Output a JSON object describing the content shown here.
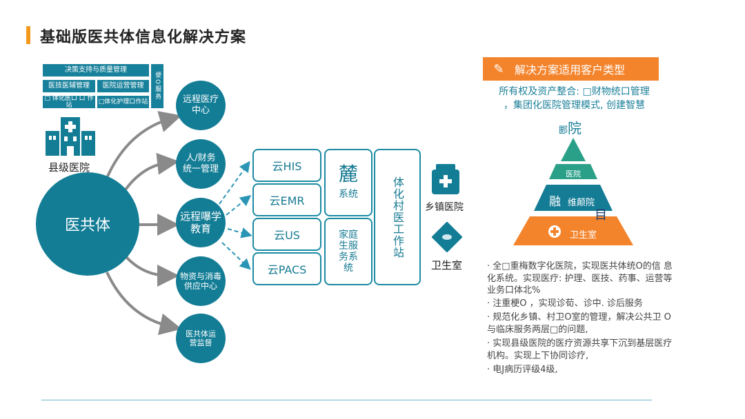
{
  "header": {
    "title": "基础版医共体信息化解决方案"
  },
  "left_stack": {
    "row1": "决策支持与质量管理",
    "row2_a": "医技医辅管理",
    "row2_b": "医院运营管理",
    "row3_a": "□ 体化医口 口 作站",
    "row3_b": "□体化护理口作站",
    "side": "便O服务"
  },
  "county_hospital": {
    "label": "县级医院",
    "icon": "hospital-building-icon"
  },
  "hub": {
    "label": "医共体"
  },
  "services": {
    "remote_medical": "远程医疗中心",
    "finance": "人/财务统一管理",
    "remote_edu": "远程嚗学教育",
    "supply": "物资与消毒供应中心",
    "ops": "医共体运营监督"
  },
  "cloud": {
    "his": "云HIS",
    "emr": "云EMR",
    "us": "云US",
    "pacs": "云PACS",
    "sys_top_big": "麓",
    "sys_top_small": "系统",
    "family": "家庭生服务系统",
    "village": "体化村医工作站"
  },
  "sites": {
    "township": "乡镇医院",
    "clinic": "卫生室"
  },
  "panel": {
    "title": "解决方案适用客户类型",
    "icon": "pen-icon",
    "subtitle_line1": "所有权及资产整合: □财物统口管理",
    "subtitle_line2": "，集团化医院管理模式, 创建智慧",
    "pyramid_top_char": "郾",
    "pyramid_top_big": "院",
    "pyramid_l1": "医院",
    "pyramid_l2_char": "融",
    "pyramid_l2": "维颠院",
    "pyramid_l3": "卫生室",
    "pyramid_mark": "目",
    "colors": {
      "top": "#2aa088",
      "mid": "#157c96",
      "bottom": "#f4842c"
    }
  },
  "bullets": [
    "· 全□重梅数字化医院，实现医共体统O的信 息化系统。实现医疗: 护理、医技、药事、运营等业务口体北%",
    "· 注重梗O ，实现诊荀、诊中. 诊后服务",
    "· 规范化乡镇、村卫O室的管理，解决公共卫 O与临床服务两层□的问题,",
    "· 实现县级医院的医疗资源共享下沉到基层医疗机构。实现上下协同诊疗,",
    "· 电J病历评级4级,"
  ]
}
